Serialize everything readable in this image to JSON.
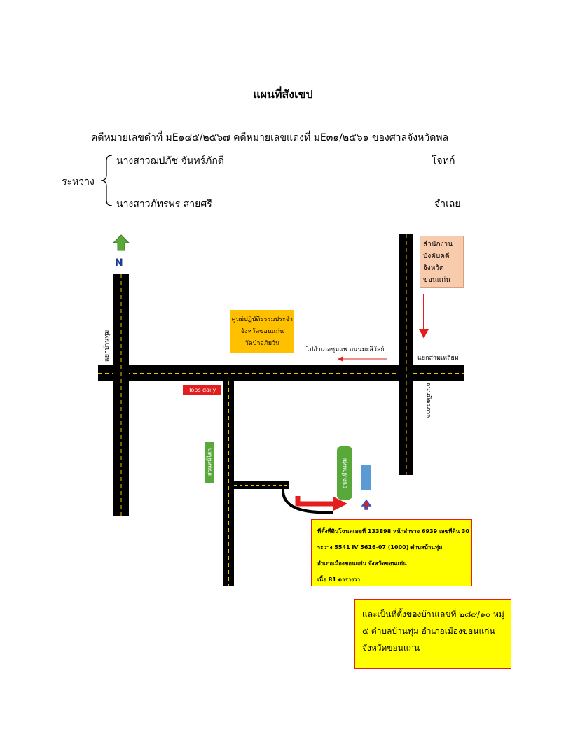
{
  "title": "แผนที่สังเขป",
  "case_line": "คดีหมายเลขดำที่ มE๑๔๕/๒๕๖๗ คดีหมายเลขแดงที่ มE๓๑/๒๕๖๑ ของศาลจังหวัดพล",
  "between_label": "ระหว่าง",
  "plaintiff": {
    "name": "นางสาวฌปภัช จันทร์ภักดี",
    "role": "โจทก์"
  },
  "defendant": {
    "name": "นางสาวภัทรพร สายศรี",
    "role": "จำเลย"
  },
  "map": {
    "north_label": "N",
    "office_box": [
      "สำนักงาน",
      "บังคับคดี",
      "จังหวัด",
      "ขอนแก่น"
    ],
    "justice_center_box": [
      "ศูนย์ปฏิบัติธรรมประจำ",
      "จังหวัดขอนแก่น",
      "วัดป่าอภัยวัน"
    ],
    "direction_text": "ไปอำเภอชุมแพ  ถนนมะลิวัลย์",
    "junction_right": "แยกสามเหลี่ยม",
    "junction_left": "แยกบ้านทุ่ม",
    "road_right": "ถนนมิตรภาพ",
    "tops_label": "Tops daily",
    "park_label": "สวนหนี่ไต้า",
    "green_sign": "อบต.บ้านทุ่ม",
    "property_box": [
      "ที่ตั้งที่ดินโฉนดเลขที่ 133898 หน้าสำรวจ 6939 เลขที่ดิน 30",
      "ระวาง 5541 IV 5616-07 (1000) ตำบลบ้านทุ่ม",
      "อำเภอเมืองขอนแก่น  จังหวัดขอนแก่น",
      "เนื้อ 81 ตารางวา"
    ],
    "house_box": [
      "และเป็นที่ตั้งของบ้านเลขที่ ๒๘๙/๑๐ หมู่",
      "๕ ตำบลบ้านทุ่ม อำเภอเมืองขอนแก่น",
      "จังหวัดขอนแก่น"
    ],
    "colors": {
      "road": "#000000",
      "road_center": "#f2c200",
      "orange_box": "#ffc000",
      "salmon_box": "#f8cbad",
      "yellow_box": "#ffff00",
      "red": "#e31e1e",
      "green": "#58a83a",
      "blue": "#5b9bd5"
    }
  }
}
